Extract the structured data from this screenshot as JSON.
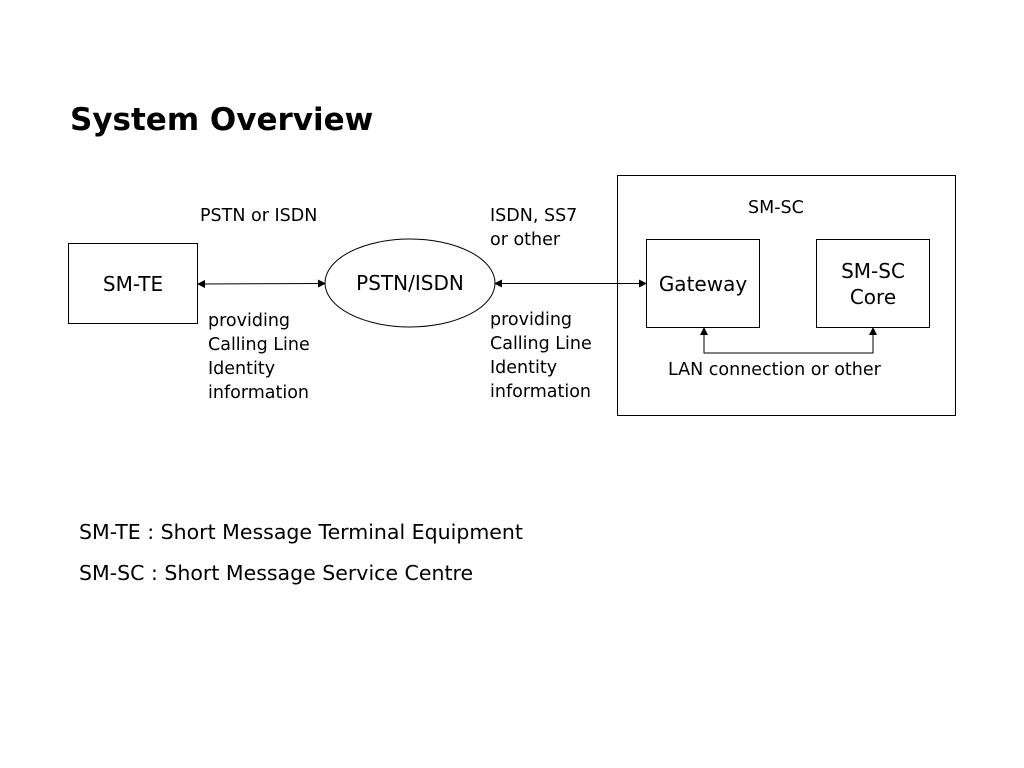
{
  "title": "System Overview",
  "diagram": {
    "nodes": {
      "sm_te": "SM-TE",
      "pstn_isdn": "PSTN/ISDN",
      "gateway": "Gateway",
      "smsc_core_line1": "SM-SC",
      "smsc_core_line2": "Core",
      "smsc_container": "SM-SC"
    },
    "labels": {
      "left_top": "PSTN or ISDN",
      "left_bottom": [
        "providing",
        "Calling Line",
        "Identity",
        "information"
      ],
      "right_top": [
        "ISDN, SS7",
        "or other"
      ],
      "right_bottom": [
        "providing",
        "Calling Line",
        "Identity",
        "information"
      ],
      "lan": "LAN connection or other"
    }
  },
  "legend": [
    "SM-TE : Short Message Terminal Equipment",
    "SM-SC : Short Message Service Centre"
  ],
  "colors": {
    "stroke": "#000000",
    "background": "#ffffff"
  }
}
